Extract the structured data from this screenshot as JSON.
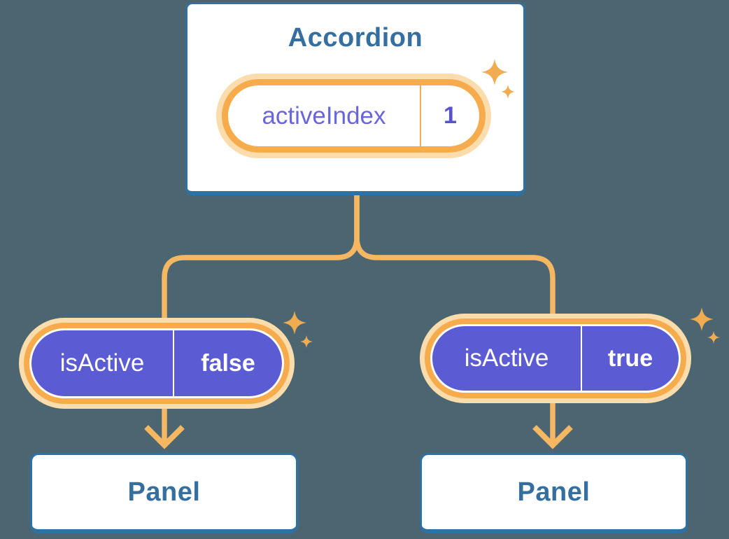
{
  "diagram": {
    "root": {
      "title": "Accordion",
      "state": {
        "name": "activeIndex",
        "value": "1"
      }
    },
    "children": [
      {
        "prop": {
          "name": "isActive",
          "value": "false"
        },
        "node": {
          "title": "Panel"
        }
      },
      {
        "prop": {
          "name": "isActive",
          "value": "true"
        },
        "node": {
          "title": "Panel"
        }
      }
    ]
  },
  "colors": {
    "background": "#4B6670",
    "card-bg": "#FFFFFF",
    "card-border": "#2E71A5",
    "card-text": "#356F9F",
    "purple": "#5B5BD3",
    "purple-text": "#6966D9",
    "value-text": "#5653CB",
    "orange-ring": "#F6AC4D",
    "orange-glow": "#FBDCAC",
    "orange-line": "#F6B763",
    "sparkle": "#F1AB51",
    "pill-text": "#FFFFFF"
  },
  "icons": {
    "sparkle": "four-point-star"
  }
}
